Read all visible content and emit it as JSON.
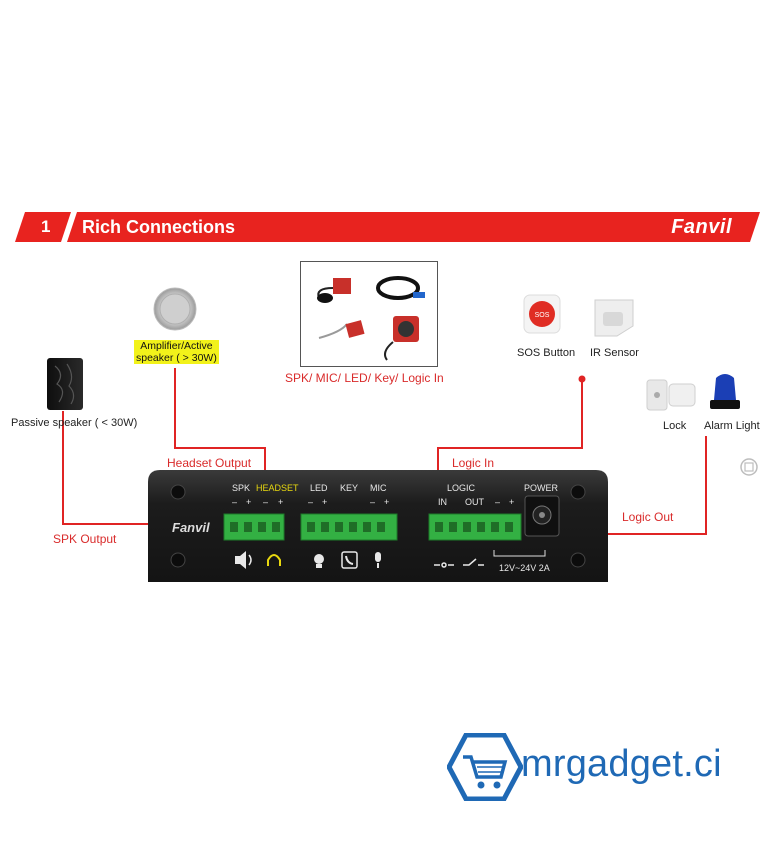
{
  "banner": {
    "number": "1",
    "title": "Rich Connections",
    "brand": "Fanvil",
    "color": "#e8231f"
  },
  "labels": {
    "passive_speaker": "Passive speaker ( < 30W)",
    "amplifier_line1": "Amplifier/Active",
    "amplifier_line2": "speaker ( > 30W)",
    "accessories": "SPK/ MIC/ LED/ Key/ Logic In",
    "sos_button": "SOS Button",
    "ir_sensor": "IR Sensor",
    "lock": "Lock",
    "alarm_light": "Alarm Light",
    "headset_output": "Headset Output",
    "spk_output": "SPK Output",
    "logic_in": "Logic In",
    "logic_out": "Logic Out"
  },
  "device": {
    "brand": "Fanvil",
    "ports": {
      "spk": "SPK",
      "headset": "HEADSET",
      "led": "LED",
      "key": "KEY",
      "mic": "MIC",
      "logic": "LOGIC",
      "in": "IN",
      "out": "OUT",
      "power": "POWER",
      "minus": "–",
      "plus": "+",
      "voltage": "12V~24V 2A"
    }
  },
  "watermark": {
    "text": "mrgadget.ci",
    "color": "#1f69b5"
  }
}
